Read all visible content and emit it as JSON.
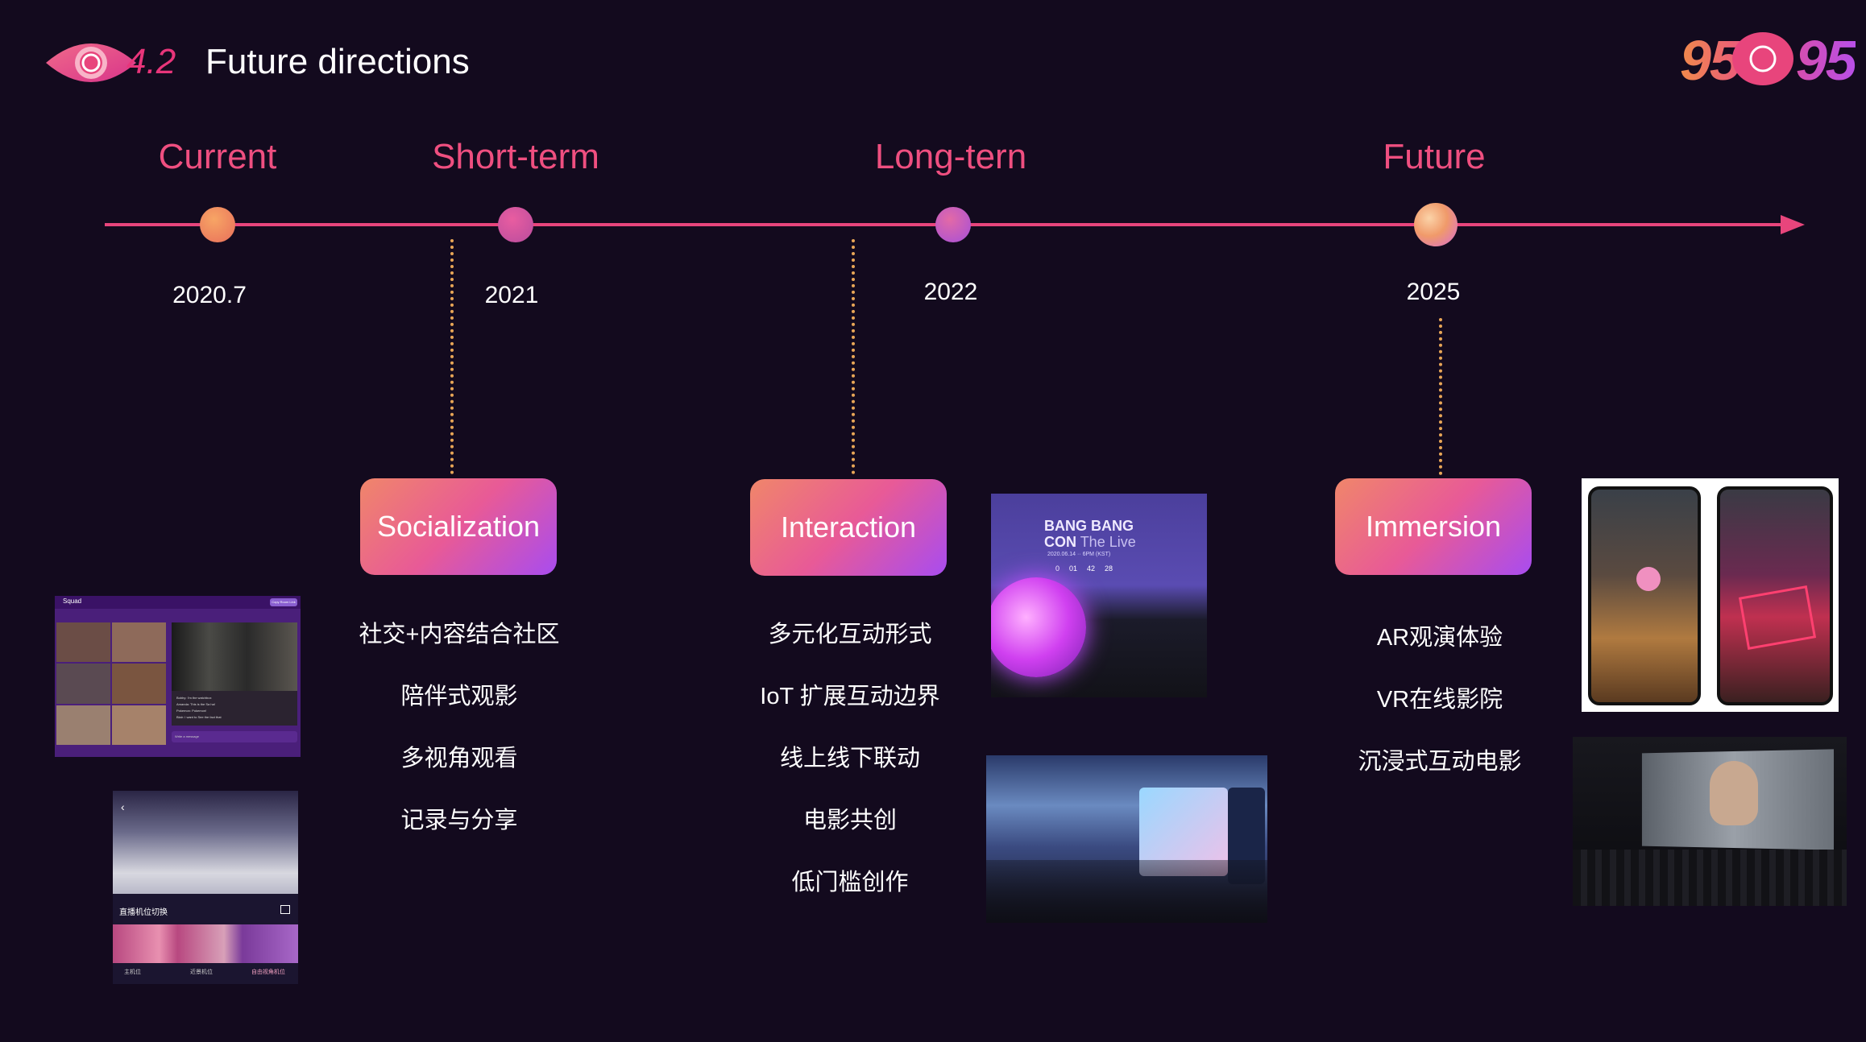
{
  "header": {
    "section_number": "4.2",
    "title": "Future directions",
    "brand_left": "95",
    "brand_right": "95"
  },
  "colors": {
    "background": "#130a1e",
    "accent_pink": "#e8457c",
    "accent_orange": "#f08a4b",
    "accent_purple": "#a84cf0",
    "dotted_line": "#e8a657"
  },
  "timeline": {
    "phases": [
      {
        "label": "Current",
        "year": "2020.7"
      },
      {
        "label": "Short-term",
        "year": "2021"
      },
      {
        "label": "Long-tern",
        "year": "2022"
      },
      {
        "label": "Future",
        "year": "2025"
      }
    ]
  },
  "directions": [
    {
      "label": "Socialization",
      "features": [
        "社交+内容结合社区",
        "陪伴式观影",
        "多视角观看",
        "记录与分享"
      ]
    },
    {
      "label": "Interaction",
      "features": [
        "多元化互动形式",
        "IoT 扩展互动边界",
        "线上线下联动",
        "电影共创",
        "低门槛创作"
      ]
    },
    {
      "label": "Immersion",
      "features": [
        "AR观演体验",
        "VR在线影院",
        "沉浸式互动电影"
      ]
    }
  ],
  "images": {
    "squad": {
      "app_name": "Squad",
      "button": "Copy Room Link",
      "chat": [
        "Bobby: I'm the watchbox",
        "Amanda: This is the Sa ha!",
        "Pokemon: Pokemon!",
        "Blair: I want to See the fact that",
        "Write a message"
      ]
    },
    "idol": {
      "panel_title": "直播机位切换",
      "cams": [
        "主机位",
        "近景机位",
        "自由视角机位"
      ]
    },
    "bts": {
      "line1": "BANG BANG",
      "line2_bold": "CON",
      "line2_light": "The Live",
      "date": "2020.06.14 ·· 6PM (KST)",
      "countdown": [
        "0",
        "01",
        "42",
        "28"
      ]
    }
  }
}
